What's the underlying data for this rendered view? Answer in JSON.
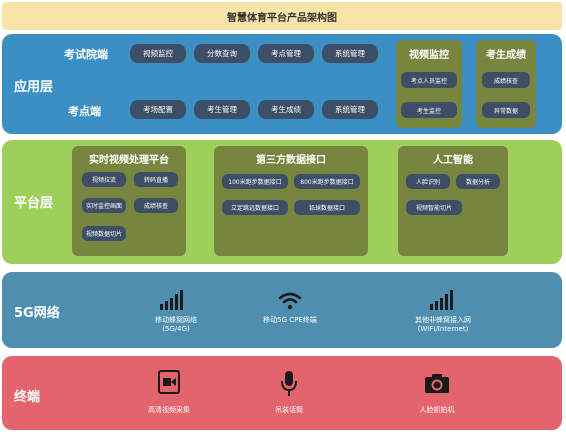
{
  "title": "智慧体育平台产品架构图",
  "application": {
    "label": "应用层",
    "rows": [
      {
        "label": "考试院端",
        "items": [
          "视频监控",
          "分数查询",
          "考点管理",
          "系统管理"
        ]
      },
      {
        "label": "考点端",
        "items": [
          "考场配置",
          "考生管理",
          "考生成绩",
          "系统管理"
        ]
      }
    ],
    "video": {
      "title": "视频监控",
      "items": [
        "考点人员监控",
        "考生监控"
      ]
    },
    "scores": {
      "title": "考生成绩",
      "items": [
        "成绩核查",
        "异常数据"
      ]
    }
  },
  "platform": {
    "label": "平台层",
    "realtime": {
      "title": "实时视频处理平台",
      "items": [
        "视频拉流",
        "转码直播",
        "实时监控画面",
        "成绩核查",
        "视频数据切片"
      ]
    },
    "third": {
      "title": "第三方数据接口",
      "items": [
        "100米跑步数据接口",
        "800米跑步数据接口",
        "立定跳远数据接口",
        "铅球数据接口"
      ]
    },
    "ai": {
      "title": "人工智能",
      "items": [
        "人脸识别",
        "数据分析",
        "视频智能切片"
      ]
    }
  },
  "network": {
    "label": "5G网络",
    "items": [
      {
        "icon": "signal-bars-icon",
        "label": "移动蜂窝网络",
        "sub": "(5G/4G)"
      },
      {
        "icon": "wifi-icon",
        "label": "移动5G CPE终端",
        "sub": ""
      },
      {
        "icon": "signal-bars-icon",
        "label": "其他非蜂窝接入网",
        "sub": "(WIFI/Internet)"
      }
    ]
  },
  "terminal": {
    "label": "终端",
    "items": [
      {
        "icon": "video-camera-icon",
        "label": "高清视频采集"
      },
      {
        "icon": "microphone-icon",
        "label": "吊装话筒"
      },
      {
        "icon": "camera-icon",
        "label": "人脸抓拍机"
      }
    ]
  },
  "colors": {
    "title_bg": "#f9e4a8",
    "application_bg": "#3a8fc4",
    "platform_bg": "#9dcf5a",
    "network_bg": "#4e8fb0",
    "terminal_bg": "#e4646e",
    "pill_bg": "#3d4f66",
    "subbox_bg": "#78853e"
  }
}
